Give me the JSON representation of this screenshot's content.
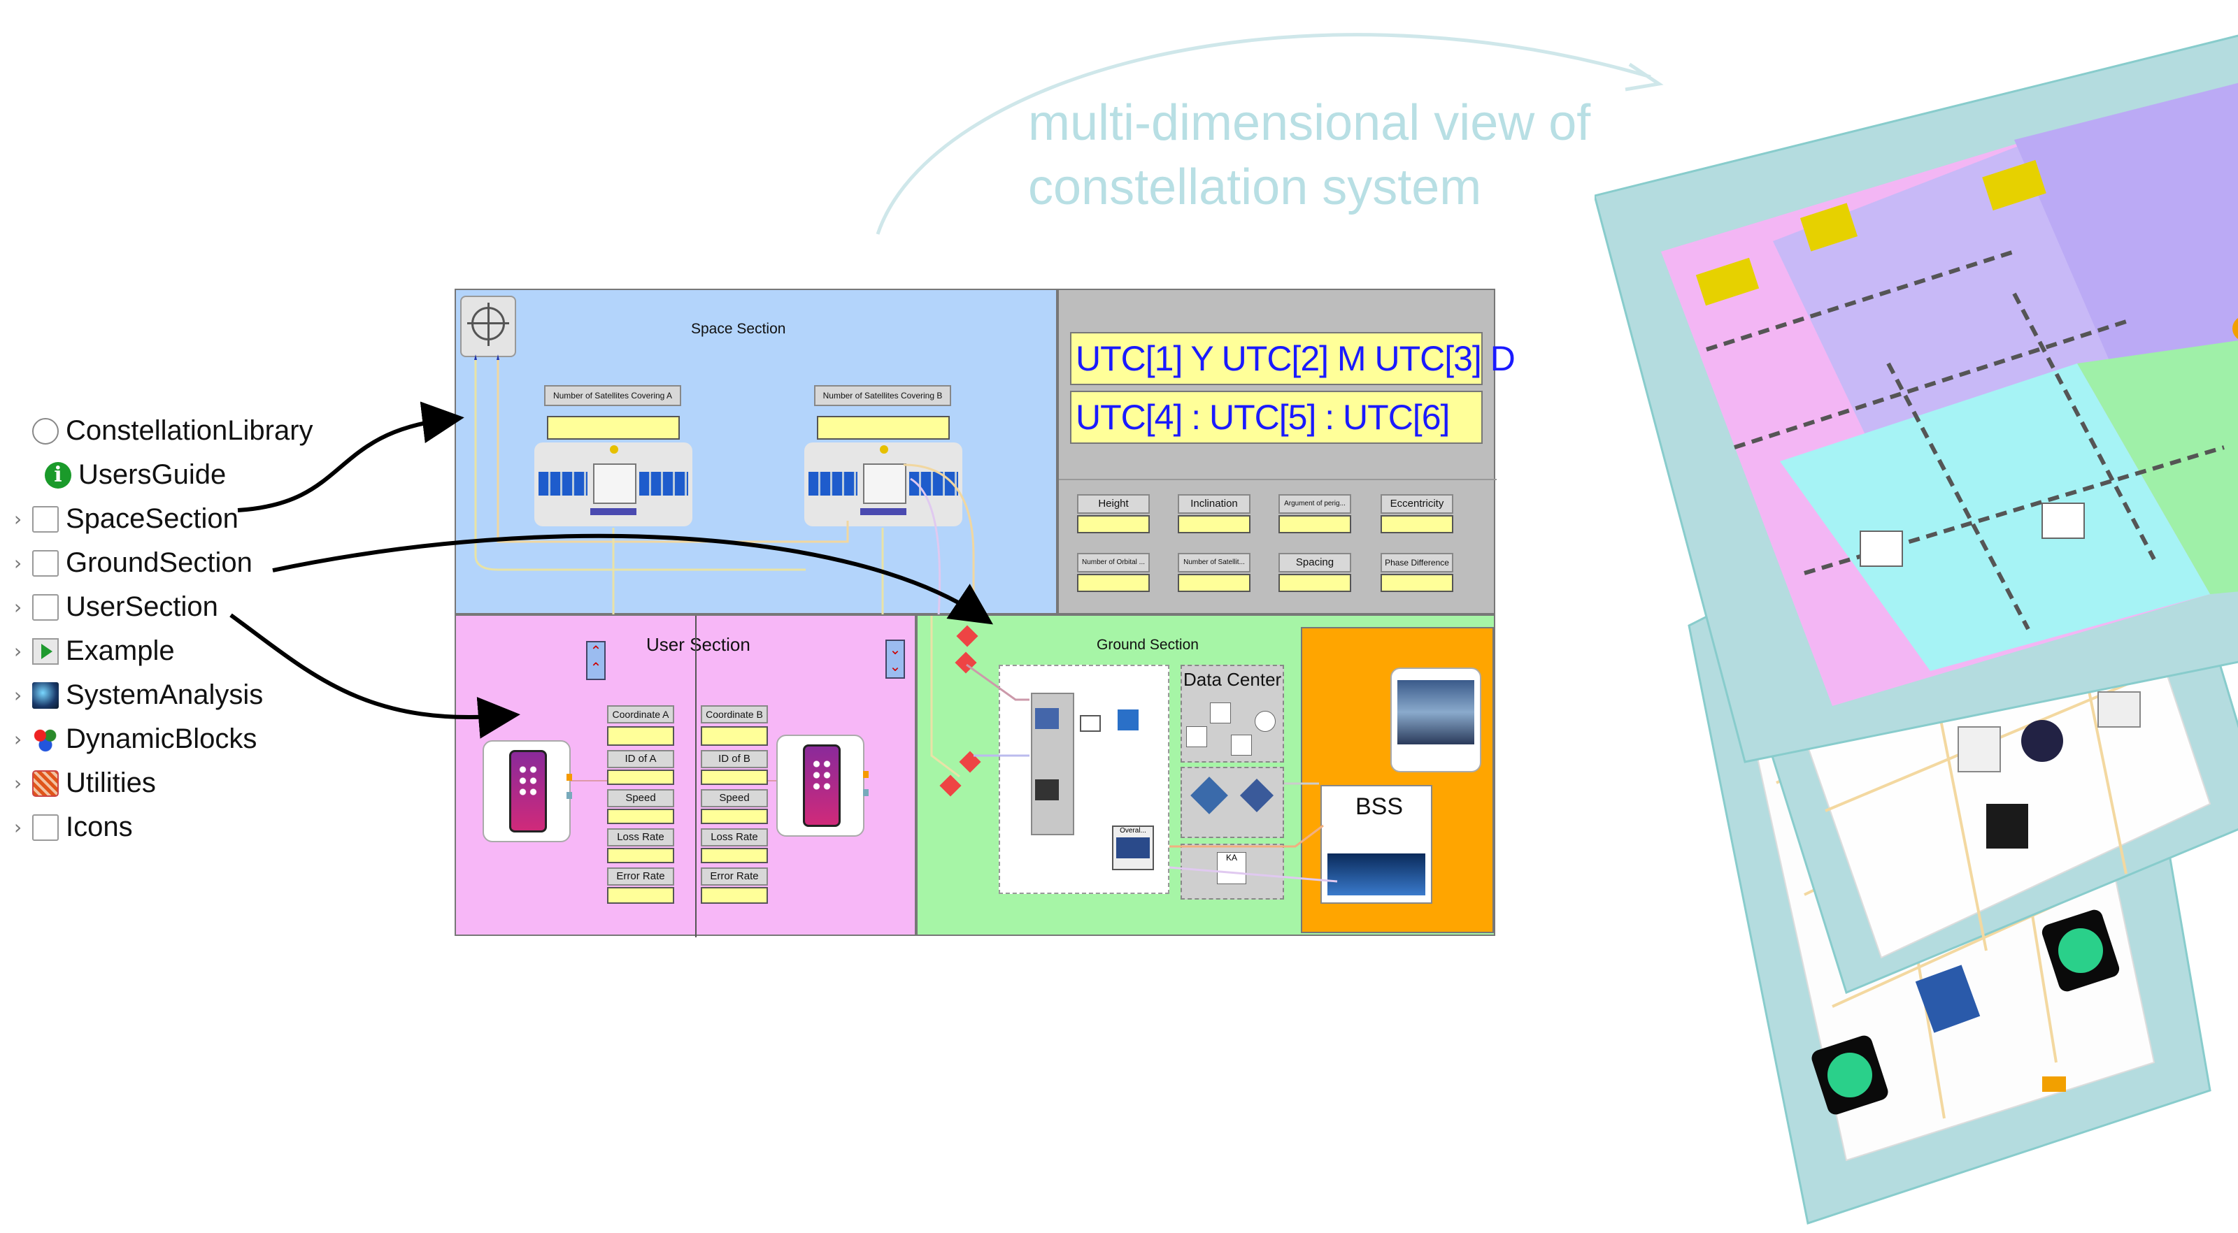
{
  "caption": {
    "line1": "multi-dimensional view of",
    "line2": "constellation system"
  },
  "library_tree": [
    {
      "label": "ConstellationLibrary",
      "icon": "constellation-library-icon"
    },
    {
      "label": "UsersGuide",
      "icon": "info-icon"
    },
    {
      "label": "SpaceSection",
      "icon": "package-icon"
    },
    {
      "label": "GroundSection",
      "icon": "package-icon"
    },
    {
      "label": "UserSection",
      "icon": "package-icon"
    },
    {
      "label": "Example",
      "icon": "play-icon"
    },
    {
      "label": "SystemAnalysis",
      "icon": "system-analysis-icon"
    },
    {
      "label": "DynamicBlocks",
      "icon": "dynamic-blocks-icon"
    },
    {
      "label": "Utilities",
      "icon": "utilities-icon"
    },
    {
      "label": "Icons",
      "icon": "package-icon"
    }
  ],
  "space_section": {
    "title": "Space Section",
    "covering_a": "Number of Satellites Covering A",
    "covering_b": "Number of Satellites Covering B"
  },
  "utc_panel": {
    "row1": "UTC[1] Y UTC[2] M UTC[3] D",
    "row2": "UTC[4] : UTC[5] : UTC[6]",
    "params_row1": [
      "Height",
      "Inclination",
      "Argument of perig...",
      "Eccentricity"
    ],
    "params_row2": [
      "Number of Orbital ...",
      "Number of Satellit...",
      "Spacing",
      "Phase Difference"
    ]
  },
  "user_section": {
    "title": "User Section",
    "col_a": [
      "Coordinate A",
      "ID of A",
      "Speed",
      "Loss Rate",
      "Error Rate"
    ],
    "col_b": [
      "Coordinate B",
      "ID of B",
      "Speed",
      "Loss Rate",
      "Error Rate"
    ]
  },
  "ground_section": {
    "title": "Ground Section",
    "data_center": "Data Center",
    "bss": "BSS",
    "overall_label": "Overal...",
    "ka_label": "KA"
  },
  "colors": {
    "space_bg": "#b3d4fb",
    "user_bg": "#f7b7f7",
    "ground_bg": "#a6f5a6",
    "utc_bg": "#bdbdbd",
    "bss_bg": "#ffa500",
    "field_bg": "#ffff99",
    "caption": "#b8dfe4",
    "layer_bg": "#b4dcdf"
  }
}
